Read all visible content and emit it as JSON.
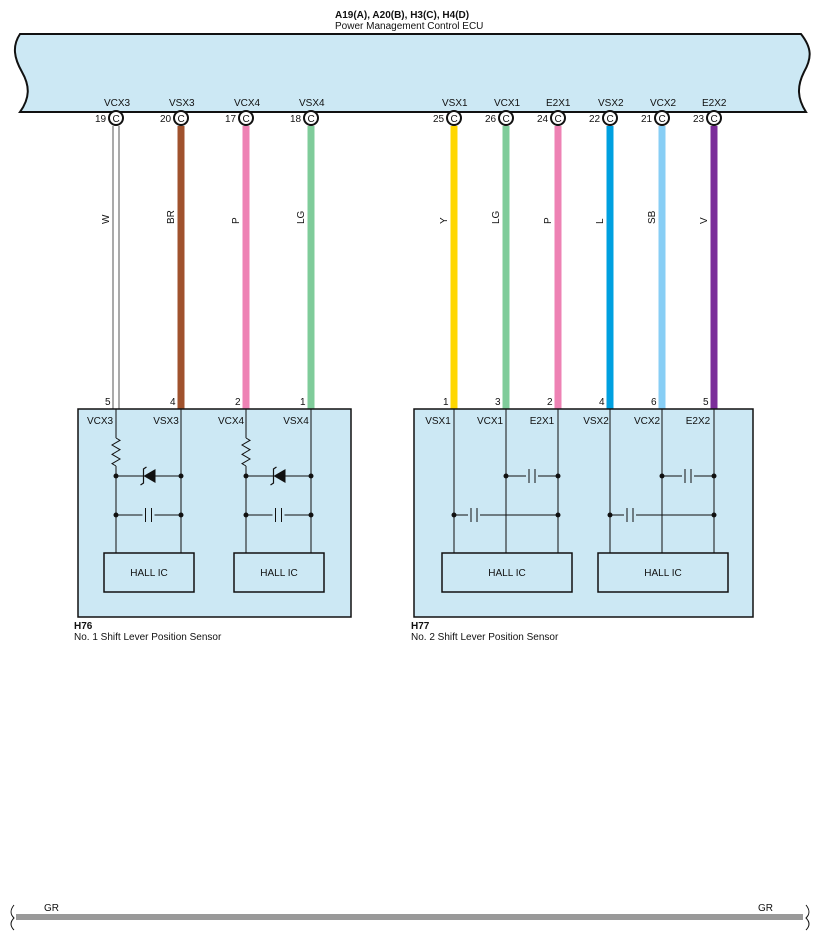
{
  "ecu": {
    "connectors": "A19(A), A20(B), H3(C), H4(D)",
    "name": "Power Management Control ECU",
    "fill": "#cce8f4"
  },
  "wires": [
    {
      "ecu_pin": "VCX3",
      "ecu_no": "19",
      "conn": "C",
      "color_code": "W",
      "color": "#ffffff",
      "sensor_pin": "5"
    },
    {
      "ecu_pin": "VSX3",
      "ecu_no": "20",
      "conn": "C",
      "color_code": "BR",
      "color": "#a0522d",
      "sensor_pin": "4"
    },
    {
      "ecu_pin": "VCX4",
      "ecu_no": "17",
      "conn": "C",
      "color_code": "P",
      "color": "#ee82b4",
      "sensor_pin": "2"
    },
    {
      "ecu_pin": "VSX4",
      "ecu_no": "18",
      "conn": "C",
      "color_code": "LG",
      "color": "#7fcc9a",
      "sensor_pin": "1"
    },
    {
      "ecu_pin": "VSX1",
      "ecu_no": "25",
      "conn": "C",
      "color_code": "Y",
      "color": "#ffd700",
      "sensor_pin": "1"
    },
    {
      "ecu_pin": "VCX1",
      "ecu_no": "26",
      "conn": "C",
      "color_code": "LG",
      "color": "#7fcc9a",
      "sensor_pin": "3"
    },
    {
      "ecu_pin": "E2X1",
      "ecu_no": "24",
      "conn": "C",
      "color_code": "P",
      "color": "#ee82b4",
      "sensor_pin": "2"
    },
    {
      "ecu_pin": "VSX2",
      "ecu_no": "22",
      "conn": "C",
      "color_code": "L",
      "color": "#00a0e0",
      "sensor_pin": "4"
    },
    {
      "ecu_pin": "VCX2",
      "ecu_no": "21",
      "conn": "C",
      "color_code": "SB",
      "color": "#87cef5",
      "sensor_pin": "6"
    },
    {
      "ecu_pin": "E2X2",
      "ecu_no": "23",
      "conn": "C",
      "color_code": "V",
      "color": "#7b2d9a",
      "sensor_pin": "5"
    }
  ],
  "sensors": [
    {
      "code": "H76",
      "name": "No.  1 Shift Lever Position Sensor",
      "pins": [
        "VCX3",
        "VSX3",
        "VCX4",
        "VSX4"
      ],
      "ics": [
        "HALL IC",
        "HALL IC"
      ]
    },
    {
      "code": "H77",
      "name": "No.  2 Shift Lever Position Sensor",
      "pins": [
        "VSX1",
        "VCX1",
        "E2X1",
        "VSX2",
        "VCX2",
        "E2X2"
      ],
      "ics": [
        "HALL IC",
        "HALL IC"
      ]
    }
  ],
  "ground_line": {
    "left_label": "GR",
    "right_label": "GR",
    "color": "#999999"
  }
}
